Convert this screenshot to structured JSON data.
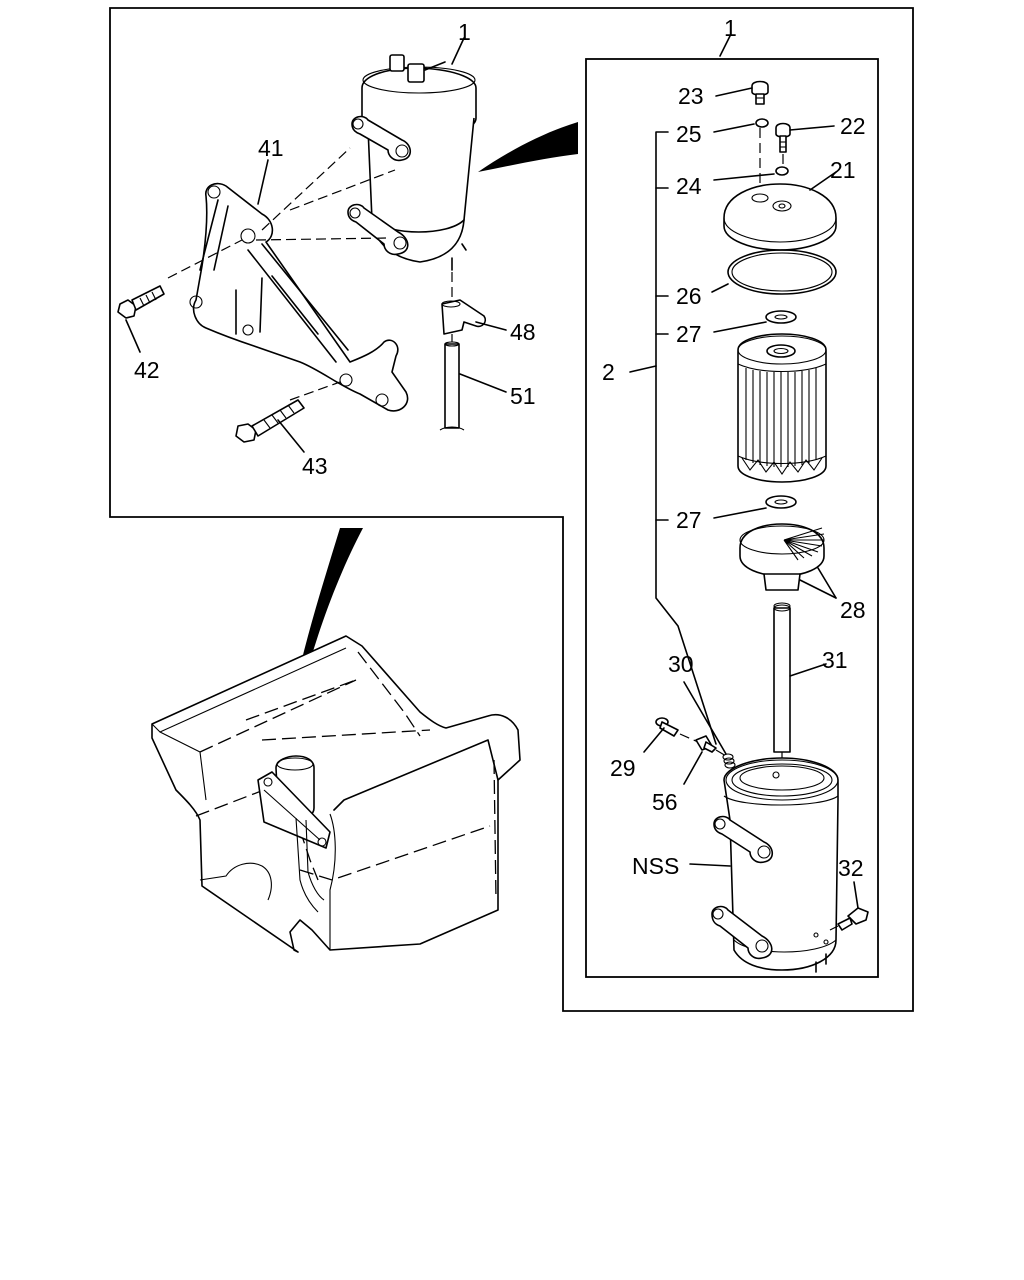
{
  "diagram": {
    "labels": {
      "assembly_top": "1",
      "assembly_right": "1",
      "bracket": "41",
      "bolt_upper": "42",
      "bolt_lower": "43",
      "clip": "48",
      "pipe": "51",
      "bolt_top": "23",
      "washer_top": "25",
      "screw": "22",
      "washer": "24",
      "cover": "21",
      "ring": "26",
      "gasket_upper": "27",
      "element_group": "2",
      "gasket_lower": "27",
      "bottom_plate": "28",
      "spring": "30",
      "center_tube": "31",
      "plug": "29",
      "bleeder": "56",
      "housing": "NSS",
      "drain_plug": "32"
    }
  }
}
